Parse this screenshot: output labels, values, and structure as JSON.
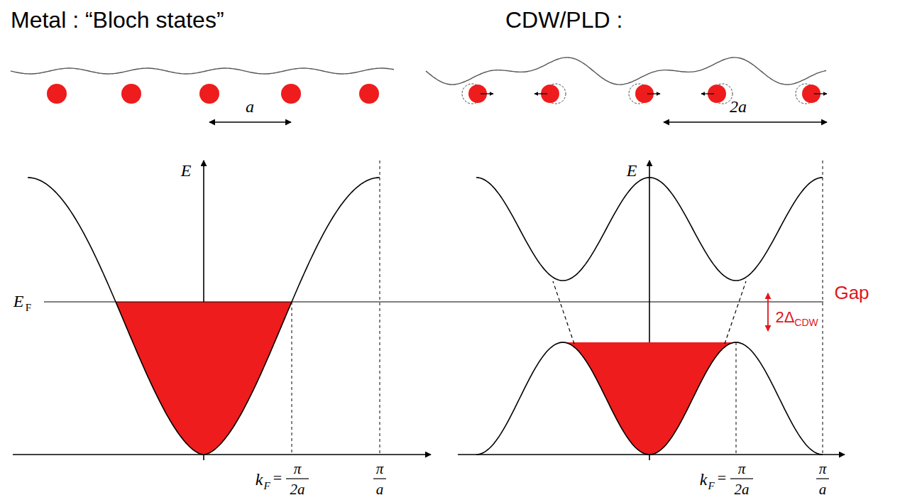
{
  "diagram": {
    "labels": [
      "Metal : “Bloch states”",
      "CDW/PLD :",
      "a",
      "2a",
      "E",
      "E",
      "F",
      "k",
      "F",
      "=",
      "π",
      "2a",
      "π",
      "a",
      "E",
      "k",
      "F",
      "=",
      "π",
      "2a",
      "π",
      "a",
      "Gap",
      "2Δ",
      "CDW"
    ]
  }
}
